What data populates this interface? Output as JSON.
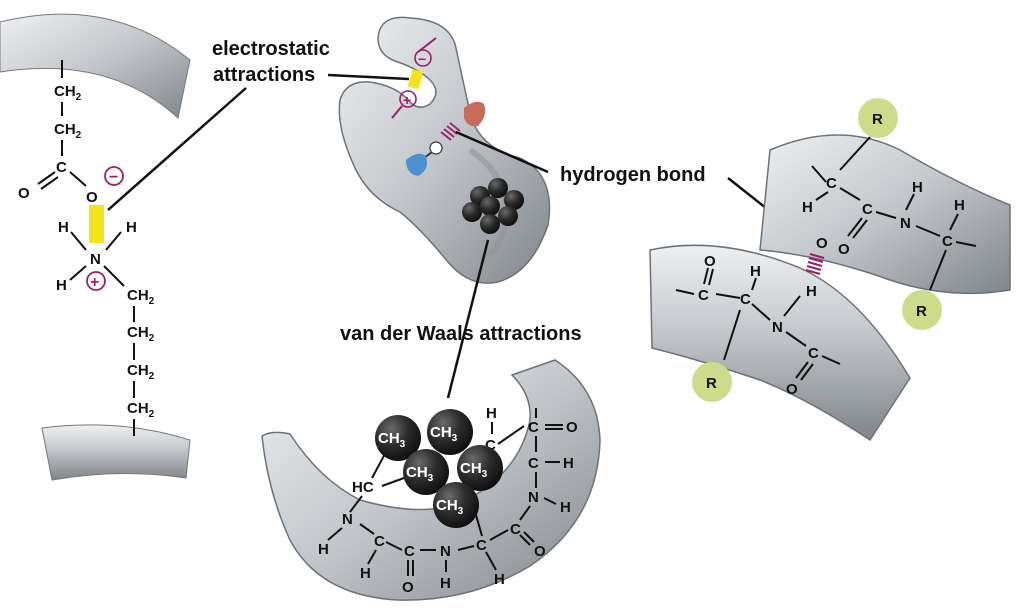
{
  "labels": {
    "electrostatic_line1": "electrostatic",
    "electrostatic_line2": "attractions",
    "hydrogen_bond": "hydrogen bond",
    "van_der_waals": "van der Waals attractions"
  },
  "atoms": {
    "ch": "CH",
    "sub2": "2",
    "sub3": "3",
    "c": "C",
    "o": "O",
    "n": "N",
    "h": "H",
    "hc": "HC",
    "r": "R",
    "minus": "−",
    "plus": "+"
  },
  "colors": {
    "backbone": "#c9cdd1",
    "backbone_shadow": "#8e9398",
    "salt_bridge": "#f4e21a",
    "charge": "#9b1f6a",
    "r_group": "#cddc8a",
    "methyl_ball": "#2b2b2b",
    "acceptor": "#c96a5a",
    "donor": "#4d8fd0"
  }
}
